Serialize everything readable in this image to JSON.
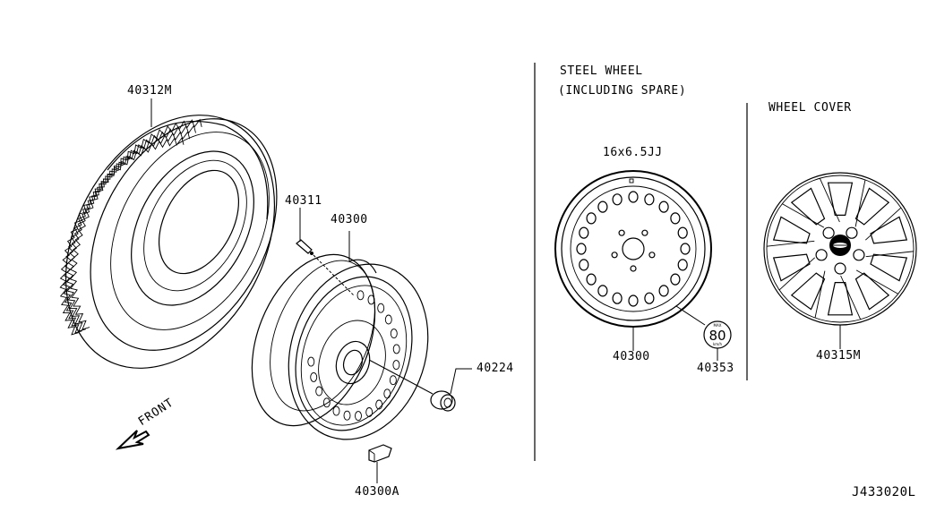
{
  "diagram": {
    "code": "J433020L",
    "front_label": "FRONT",
    "sections": {
      "steel_wheel": {
        "title_line1": "STEEL WHEEL",
        "title_line2": "(INCLUDING SPARE)",
        "size": "16x6.5JJ"
      },
      "wheel_cover": {
        "title": "WHEEL COVER"
      }
    },
    "parts": [
      {
        "id": "tire",
        "number": "40312M",
        "description": "Tire"
      },
      {
        "id": "valve",
        "number": "40311",
        "description": "Valve"
      },
      {
        "id": "wheel",
        "number": "40300",
        "description": "Steel wheel (exploded view)"
      },
      {
        "id": "lug-nut",
        "number": "40224",
        "description": "Wheel nut"
      },
      {
        "id": "balance-weight",
        "number": "40300A",
        "description": "Balance weight"
      },
      {
        "id": "steel-wheel-front",
        "number": "40300",
        "description": "Steel wheel (front view)"
      },
      {
        "id": "speed-label",
        "number": "40353",
        "description": "Speed limit label"
      },
      {
        "id": "wheel-cover",
        "number": "40315M",
        "description": "Wheel cover"
      }
    ],
    "speed_label": {
      "top_text": "MAX",
      "value": "80",
      "unit": "km/h"
    }
  }
}
